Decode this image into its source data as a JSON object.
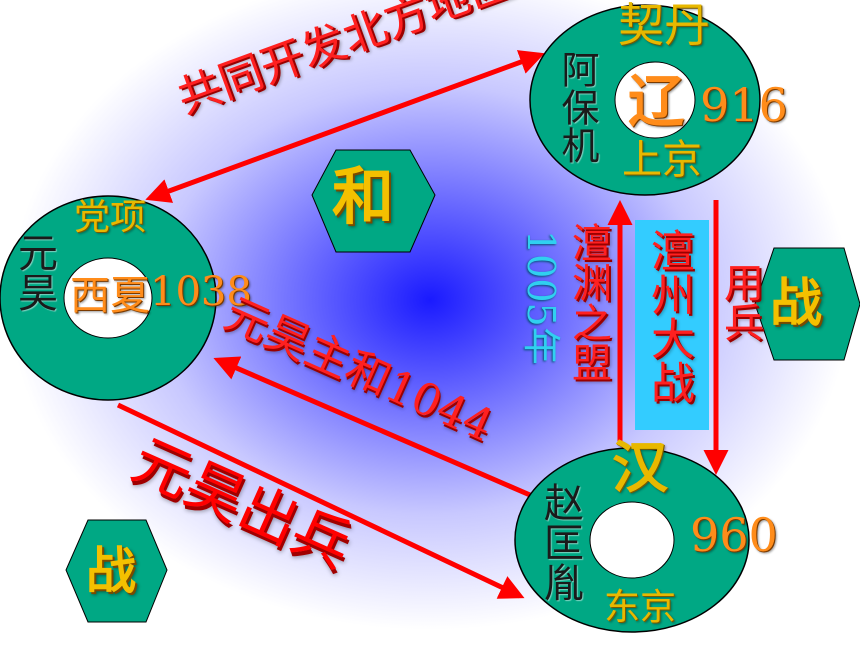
{
  "liao": {
    "tribe": "契丹",
    "founder": "阿保机",
    "name": "辽",
    "year": "916",
    "capital": "上京"
  },
  "xixia": {
    "tribe": "党项",
    "founder": "元昊",
    "name": "西夏",
    "year": "1038"
  },
  "song": {
    "name": "汉",
    "founder": "赵匡胤",
    "year": "960",
    "capital": "东京"
  },
  "relations": {
    "xixia_liao": "共同开发北方地区",
    "peace_1044": "元昊主和1044",
    "war_xixia": "元昊出兵",
    "liao_attack": "用兵",
    "chanzhou_battle": "澶州大战",
    "chanyuan_treaty": "澶渊之盟",
    "treaty_year": "1005年"
  },
  "badges": {
    "peace": "和",
    "war_right": "战",
    "war_left": "战"
  },
  "colors": {
    "ring": "#00a884",
    "arrow": "#ff0000",
    "battle_box": "#33ccff",
    "hexagon": "#00a884"
  }
}
